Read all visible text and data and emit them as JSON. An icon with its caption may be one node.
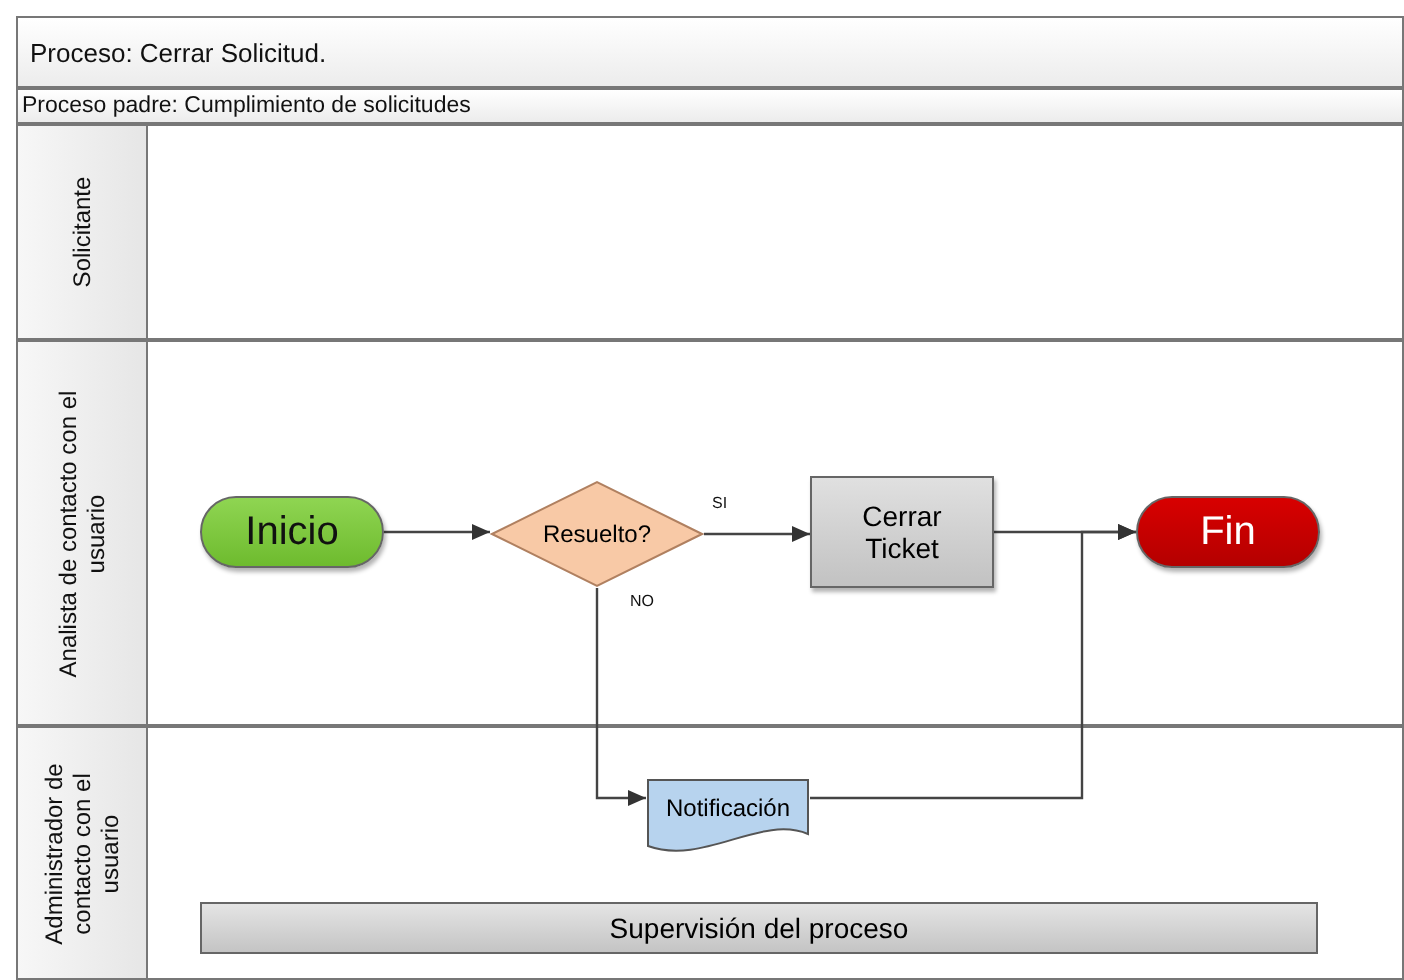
{
  "diagram": {
    "nodes": [
      {
        "text": [
          "Proceso: Cerrar Solicitud."
        ]
      },
      {
        "text": [
          "Proceso padre: Cumplimiento de solicitudes"
        ]
      },
      {
        "text": [
          "Solicitante"
        ]
      },
      {
        "text": [
          "Analista de contacto con el usuario"
        ]
      },
      {
        "text": [
          "Administrador de contacto con el usuario"
        ]
      },
      {
        "text": [
          "Inicio"
        ],
        "in": 3
      },
      {
        "text": [
          "Resuelto?"
        ],
        "in": 3
      },
      {
        "text": [
          "Cerrar Ticket"
        ],
        "in": 3
      },
      {
        "text": [
          "Fin"
        ],
        "in": 3
      },
      {
        "text": [
          "Notificación"
        ],
        "in": 4
      },
      {
        "text": [
          "Supervisión del proceso"
        ],
        "in": 4
      }
    ],
    "edges": [
      {
        "from": 5,
        "to": 6,
        "arrow": "to"
      },
      {
        "from": 6,
        "to": 7,
        "arrow": "to",
        "label": "SI"
      },
      {
        "from": 7,
        "to": 8,
        "arrow": "to"
      },
      {
        "from": 6,
        "to": 9,
        "arrow": "to",
        "label": "NO"
      },
      {
        "from": 9,
        "to": 8,
        "arrow": "to"
      }
    ]
  }
}
